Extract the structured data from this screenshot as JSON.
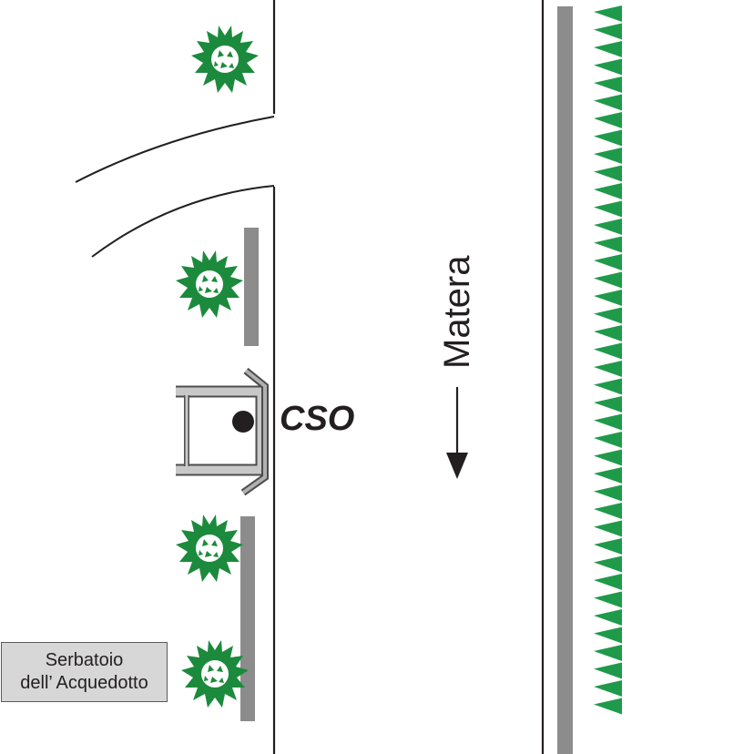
{
  "labels": {
    "cso": "CSO",
    "direction": "Matera",
    "tank_line1": "Serbatoio",
    "tank_line2": "dell’ Acquedotto"
  },
  "icons": {
    "tree": "tree-icon",
    "flow_arrow": "arrow-down-icon",
    "hedge": "triangle-hedge-icon",
    "cso_point": "filled-circle-icon"
  },
  "colors": {
    "tree_green": "#1c8a3c",
    "hedge_green": "#1f9a4a",
    "wall_gray": "#8c8c8c",
    "line": "#231f20",
    "structure_fill": "#c8c8c8"
  }
}
